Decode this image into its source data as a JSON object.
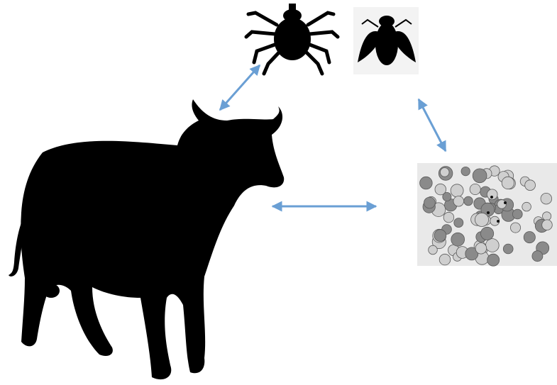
{
  "diagram": {
    "nodes": [
      {
        "id": "cattle",
        "icon": "cow-silhouette-icon"
      },
      {
        "id": "tick",
        "icon": "tick-silhouette-icon"
      },
      {
        "id": "fly",
        "icon": "fly-silhouette-icon"
      },
      {
        "id": "blood-smear",
        "icon": "blood-smear-micrograph"
      }
    ],
    "edges": [
      {
        "from": "cattle",
        "to": "tick",
        "direction": "bidirectional"
      },
      {
        "from": "vectors",
        "to": "blood-smear",
        "direction": "bidirectional"
      },
      {
        "from": "cattle",
        "to": "blood-smear",
        "direction": "bidirectional"
      }
    ],
    "colors": {
      "arrow": "#6a9fd4",
      "silhouette": "#000000",
      "fly_panel": "#f3f3f3",
      "smear_background": "#e9e9e9",
      "cell_dark": "#8a8a8a",
      "cell_light": "#cfcfcf"
    }
  }
}
